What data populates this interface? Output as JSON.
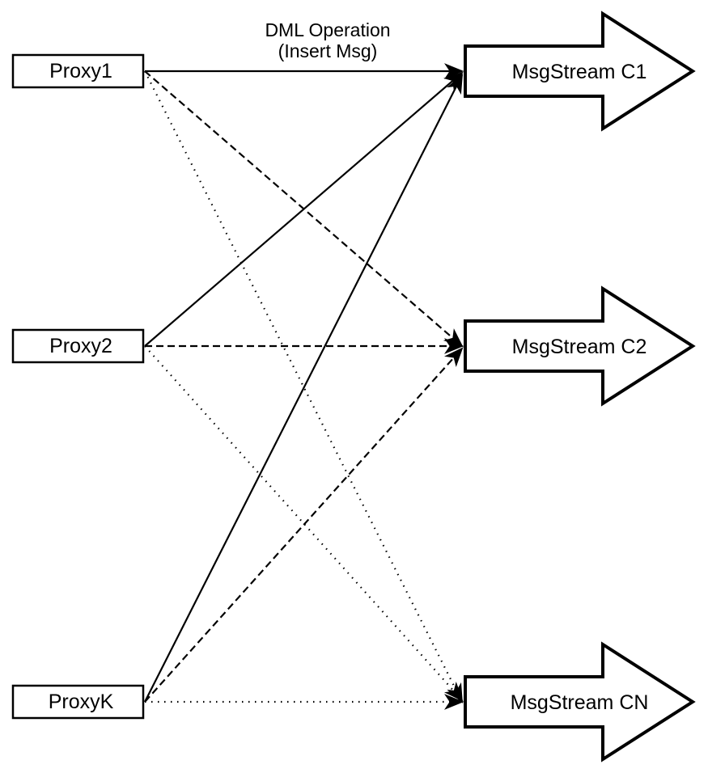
{
  "diagram": {
    "annotation": {
      "line1": "DML Operation",
      "line2": "(Insert Msg)"
    },
    "proxies": [
      {
        "id": "proxy1",
        "label": "Proxy1"
      },
      {
        "id": "proxy2",
        "label": "Proxy2"
      },
      {
        "id": "proxyk",
        "label": "ProxyK"
      }
    ],
    "streams": [
      {
        "id": "c1",
        "label": "MsgStream C1"
      },
      {
        "id": "c2",
        "label": "MsgStream C2"
      },
      {
        "id": "cn",
        "label": "MsgStream CN"
      }
    ],
    "edges": [
      {
        "from": "Proxy1",
        "to": "MsgStream C1",
        "style": "solid"
      },
      {
        "from": "Proxy1",
        "to": "MsgStream C2",
        "style": "dashed"
      },
      {
        "from": "Proxy1",
        "to": "MsgStream CN",
        "style": "dotted"
      },
      {
        "from": "Proxy2",
        "to": "MsgStream C1",
        "style": "solid"
      },
      {
        "from": "Proxy2",
        "to": "MsgStream C2",
        "style": "dashed"
      },
      {
        "from": "Proxy2",
        "to": "MsgStream CN",
        "style": "dotted"
      },
      {
        "from": "ProxyK",
        "to": "MsgStream C1",
        "style": "solid"
      },
      {
        "from": "ProxyK",
        "to": "MsgStream C2",
        "style": "dashed"
      },
      {
        "from": "ProxyK",
        "to": "MsgStream CN",
        "style": "dotted"
      }
    ],
    "colors": {
      "stroke": "#000000",
      "fill": "#ffffff",
      "background": "#ffffff"
    }
  }
}
